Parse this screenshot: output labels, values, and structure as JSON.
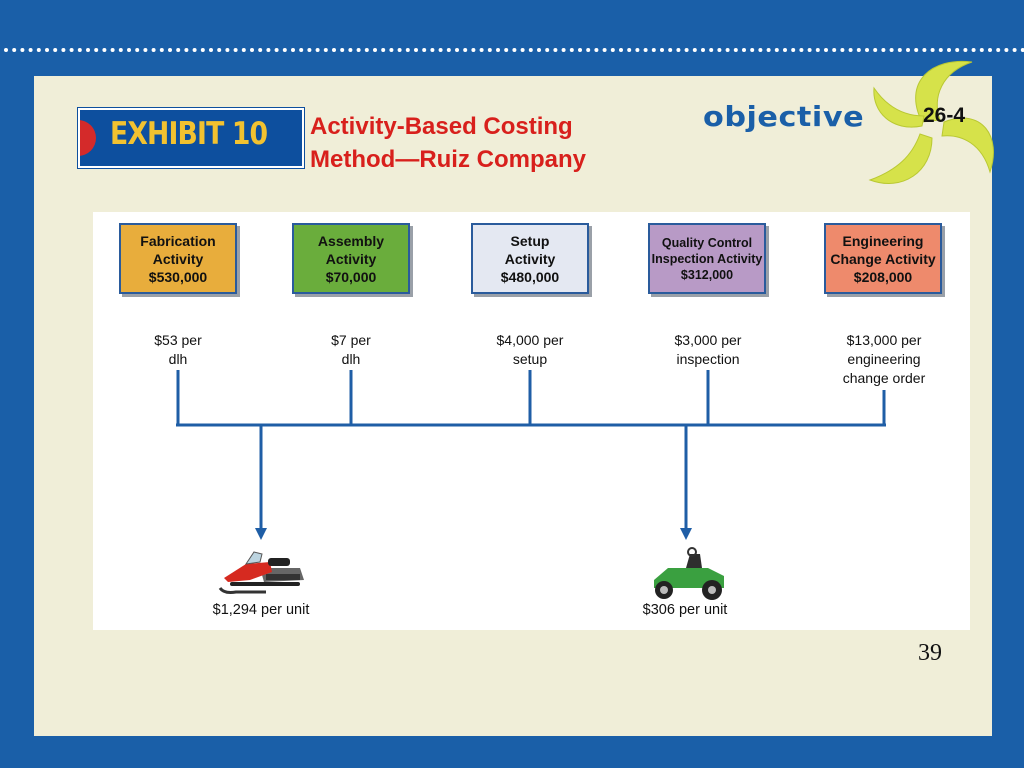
{
  "exhibit_label": "EXHIBIT 10",
  "title": {
    "line1": "Activity-Based Costing",
    "line2": "Method—Ruiz Company"
  },
  "objective": {
    "word": "objective",
    "number": "26-4"
  },
  "activities": [
    {
      "lines": [
        "Fabrication",
        "Activity",
        "$530,000"
      ],
      "color": "#e8ad3c",
      "rate": [
        "$53 per",
        "dlh"
      ]
    },
    {
      "lines": [
        "Assembly",
        "Activity",
        "$70,000"
      ],
      "color": "#6aad3c",
      "rate": [
        "$7 per",
        "dlh"
      ]
    },
    {
      "lines": [
        "Setup",
        "Activity",
        "$480,000"
      ],
      "color": "#e4e8f2",
      "rate": [
        "$4,000 per",
        "setup"
      ]
    },
    {
      "lines": [
        "Quality Control",
        "Inspection Activity",
        "$312,000"
      ],
      "color": "#b89ac6",
      "rate": [
        "$3,000 per",
        "inspection"
      ]
    },
    {
      "lines": [
        "Engineering",
        "Change Activity",
        "$208,000"
      ],
      "color": "#ee8a6c",
      "rate": [
        "$13,000 per",
        "engineering",
        "change order"
      ]
    }
  ],
  "products": [
    {
      "icon": "snowmobile-icon",
      "label": "$1,294 per unit"
    },
    {
      "icon": "riding-mower-icon",
      "label": "$306 per unit"
    }
  ],
  "page_number": "39",
  "colors": {
    "frame": "#1a5fa8",
    "card": "#f0eed8",
    "title": "#d8201c",
    "connector": "#1f5ea6"
  }
}
